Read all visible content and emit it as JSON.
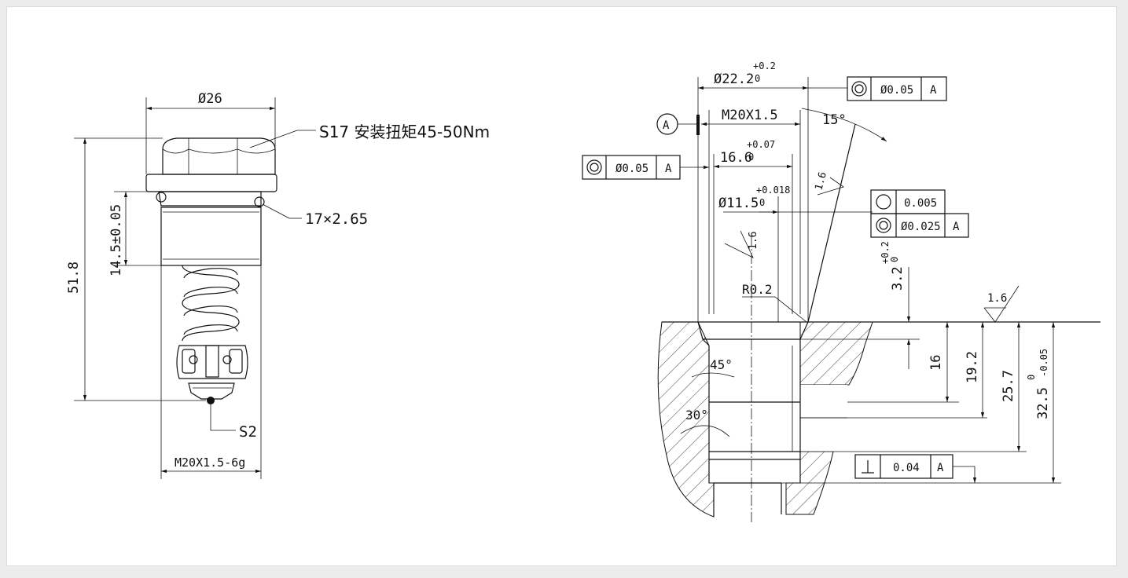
{
  "left_view": {
    "dim_diameter": "Ø26",
    "note_hex": "S17 安装扭矩45-50Nm",
    "note_oring": "17×2.65",
    "dim_height_total": "51.8",
    "dim_height_thread": "14.5±0.05",
    "note_ball": "S2",
    "dim_thread": "M20X1.5-6g"
  },
  "right_view": {
    "dim_bore": {
      "base": "Ø22.2",
      "upper": "+0.2",
      "lower": "0"
    },
    "dim_thread": "M20X1.5",
    "dim_counterbore": {
      "base": "16.6",
      "upper": "+0.07",
      "lower": "0"
    },
    "dim_pilot": {
      "base": "Ø11.5",
      "upper": "+0.018",
      "lower": "0"
    },
    "datum_label": "A",
    "angle_chamfer": "15°",
    "angle_45": "45°",
    "angle_30": "30°",
    "radius": "R0.2",
    "roughness": [
      "1.6",
      "1.6",
      "1.6"
    ],
    "dim_depth_small": {
      "base": "3.2",
      "upper": "+0.2",
      "lower": "0"
    },
    "dim_depths": [
      "16",
      "19.2",
      "25.7"
    ],
    "dim_depth_total": {
      "base": "32.5",
      "upper": "0",
      "lower": "-0.05"
    },
    "fcf_top": {
      "value": "Ø0.05",
      "datum": "A"
    },
    "fcf_left": {
      "value": "Ø0.05",
      "datum": "A"
    },
    "fcf_roundness": {
      "value": "0.005"
    },
    "fcf_concentric": {
      "value": "Ø0.025",
      "datum": "A"
    },
    "fcf_perp": {
      "value": "0.04",
      "datum": "A"
    }
  }
}
